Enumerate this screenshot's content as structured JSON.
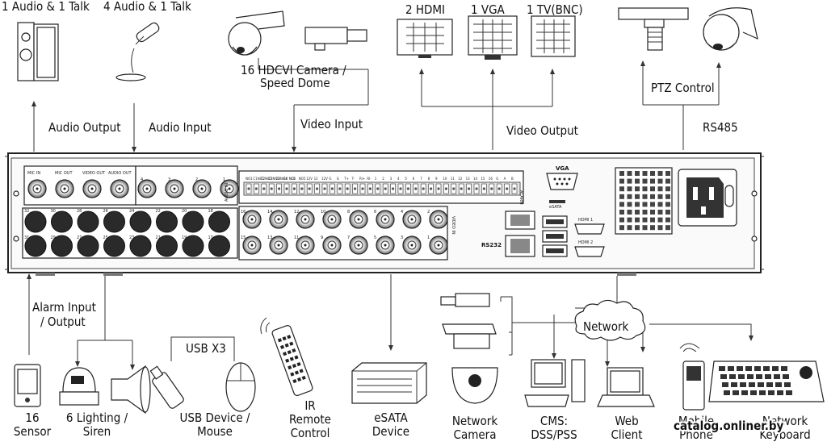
{
  "top_labels": {
    "audio1": "1 Audio  & 1 Talk",
    "audio4": "4 Audio & 1 Talk",
    "camera": "16  HDCVI Camera /",
    "camera2": "Speed Dome",
    "hdmi": "2 HDMI",
    "vga": "1 VGA",
    "tv": "1 TV(BNC)"
  },
  "connection_labels": {
    "audio_output": "Audio  Output",
    "audio_input": "Audio  Input",
    "video_input": "Video Input",
    "video_output": "Video Output",
    "ptz": "PTZ Control",
    "rs485": "RS485",
    "alarm1": "Alarm Input",
    "alarm2": "/ Output",
    "usb": "USB X3",
    "network": "Network"
  },
  "panel": {
    "vga": "VGA",
    "esata": "eSATA",
    "rs232": "RS232",
    "hdmi1": "HDMI 1",
    "hdmi2": "HDMI 2",
    "video_in": "VIDEO IN",
    "alarm": "ALARM",
    "mic_in": "MIC IN",
    "mic_out": "MIC OUT",
    "video_out": "VIDEO OUT",
    "audio_out": "AUDIO OUT",
    "audio_in": "AUDIO IN"
  },
  "terminal_header": [
    "NO1",
    "C1NC1",
    "C2NO2",
    "C3NO3",
    "C4NO4",
    "C4 NC4",
    "CE",
    "NO5",
    "12V",
    "12",
    "12V",
    "G",
    "G",
    "T+",
    "T-",
    "Rl+",
    "Rl-",
    "1",
    "2",
    "3",
    "4",
    "5",
    "6",
    "7",
    "8",
    "9",
    "10",
    "11",
    "12",
    "13",
    "14",
    "15",
    "16",
    "G",
    "A",
    "B"
  ],
  "bnc_top": [
    "16",
    "14",
    "12",
    "10",
    "8",
    "6",
    "4",
    "2"
  ],
  "bnc_bottom": [
    "15",
    "13",
    "11",
    "9",
    "7",
    "5",
    "3",
    "1"
  ],
  "left_bnc_top": [
    "32",
    "30",
    "28",
    "26",
    "24",
    "22",
    "20",
    "18"
  ],
  "left_bnc_bottom": [
    "31",
    "29",
    "27",
    "25",
    "23",
    "21",
    "19",
    "17"
  ],
  "audio_ports": [
    "4",
    "3",
    "2",
    "1"
  ],
  "bottom_labels": [
    {
      "l1": "16",
      "l2": "Sensor"
    },
    {
      "l1": "6 Lighting /",
      "l2": "Siren"
    },
    {
      "l1": "USB Device /",
      "l2": "Mouse"
    },
    {
      "l1": "IR",
      "l2": "Remote",
      "l3": "Control"
    },
    {
      "l1": "eSATA",
      "l2": "Device"
    },
    {
      "l1": "Network",
      "l2": "Camera"
    },
    {
      "l1": "CMS:",
      "l2": "DSS/PSS"
    },
    {
      "l1": "Web",
      "l2": "Client"
    },
    {
      "l1": "Mobile",
      "l2": "Phone"
    },
    {
      "l1": "Network",
      "l2": "Keyboard"
    }
  ],
  "watermark": "catalog.onliner.by"
}
